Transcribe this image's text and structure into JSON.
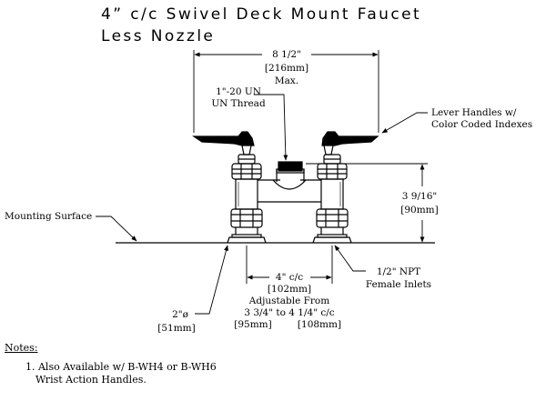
{
  "title": {
    "line1": "4” c/c Swivel Deck Mount Faucet",
    "line2": "Less Nozzle"
  },
  "dimensions": {
    "overall_width": {
      "imperial": "8 1/2\"",
      "metric": "[216mm]",
      "qualifier": "Max."
    },
    "height": {
      "imperial": "3 9/16\"",
      "metric": "[90mm]"
    },
    "center": {
      "imperial": "4\" c/c",
      "metric": "[102mm]"
    },
    "adjustable": {
      "label": "Adjustable From",
      "range": "3 3/4\" to 4 1/4\" c/c",
      "metric_min": "[95mm]",
      "metric_max": "[108mm]"
    },
    "flange_diameter": {
      "imperial": "2\"ø",
      "metric": "[51mm]"
    }
  },
  "callouts": {
    "thread": [
      "1\"-20 UN",
      "UN Thread"
    ],
    "lever": [
      "Lever Handles w/",
      "Color Coded Indexes"
    ],
    "mounting": "Mounting Surface",
    "inlets": [
      "1/2\" NPT",
      "Female Inlets"
    ]
  },
  "notes": {
    "heading": "Notes:",
    "items": [
      [
        "1. Also Available w/ B-WH4 or B-WH6",
        "Wrist Action Handles."
      ]
    ]
  }
}
